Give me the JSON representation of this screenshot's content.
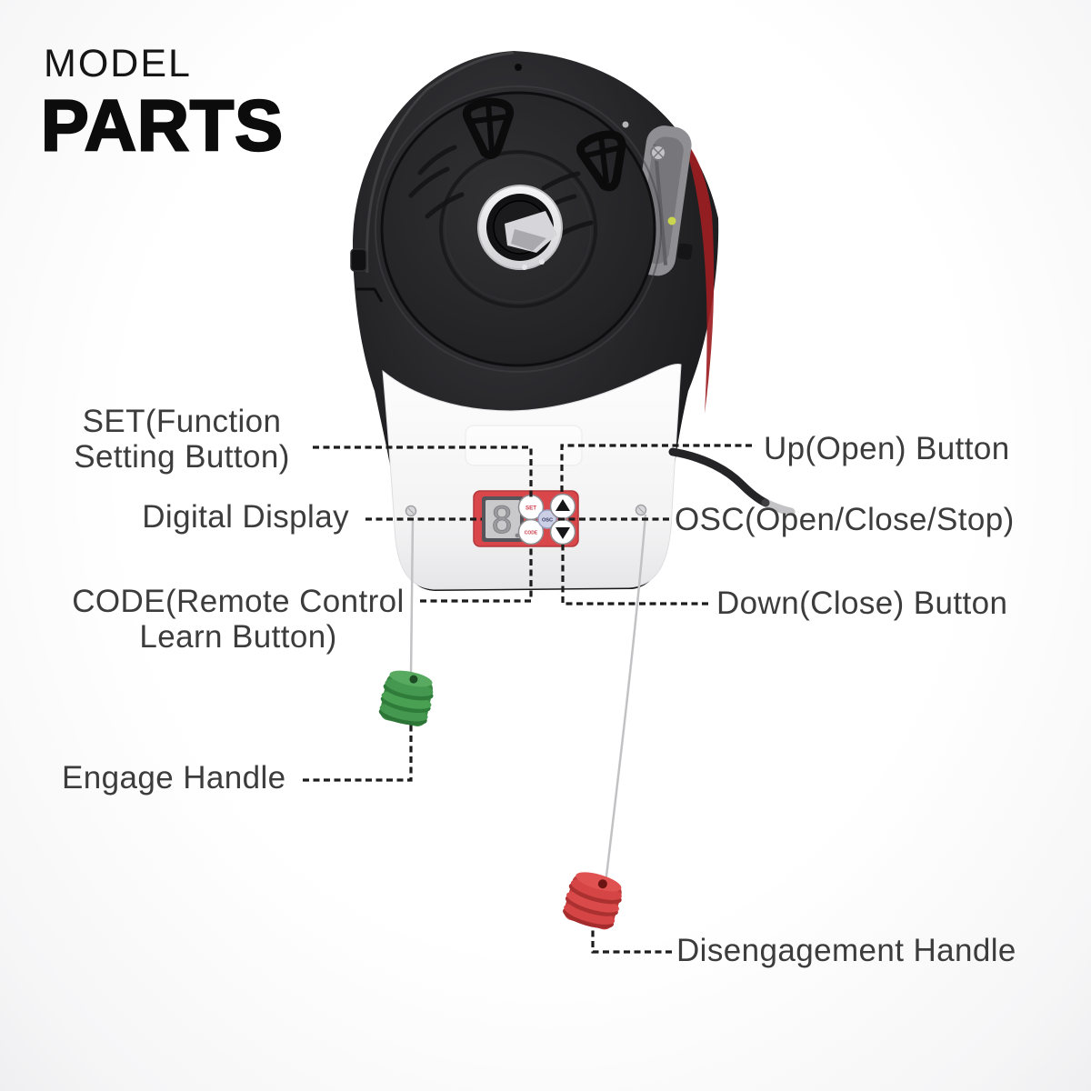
{
  "title": {
    "kicker": "MODEL",
    "heading": "PARTS"
  },
  "device": {
    "control_panel": {
      "display_digit": "8",
      "buttons": {
        "set": "SET",
        "code": "CODE",
        "osc": "OSC"
      }
    }
  },
  "callouts": {
    "set": {
      "line1": "SET(Function",
      "line2": "Setting Button)"
    },
    "digital_display": {
      "text": "Digital Display"
    },
    "code": {
      "line1": "CODE(Remote Control",
      "line2": "Learn Button)"
    },
    "engage_handle": {
      "text": "Engage Handle"
    },
    "up": {
      "text": "Up(Open) Button"
    },
    "osc": {
      "text": "OSC(Open/Close/Stop)"
    },
    "down": {
      "text": "Down(Close) Button"
    },
    "disengagement_handle": {
      "text": "Disengagement Handle"
    }
  },
  "colors": {
    "panel_red": "#d9474b",
    "engage_handle_green": "#3a8a44",
    "disengagement_handle_red": "#c03a3a",
    "led_green": "#c9d64e",
    "button_label_red": "#cc3747",
    "callout_line": "#1c1c1c"
  }
}
